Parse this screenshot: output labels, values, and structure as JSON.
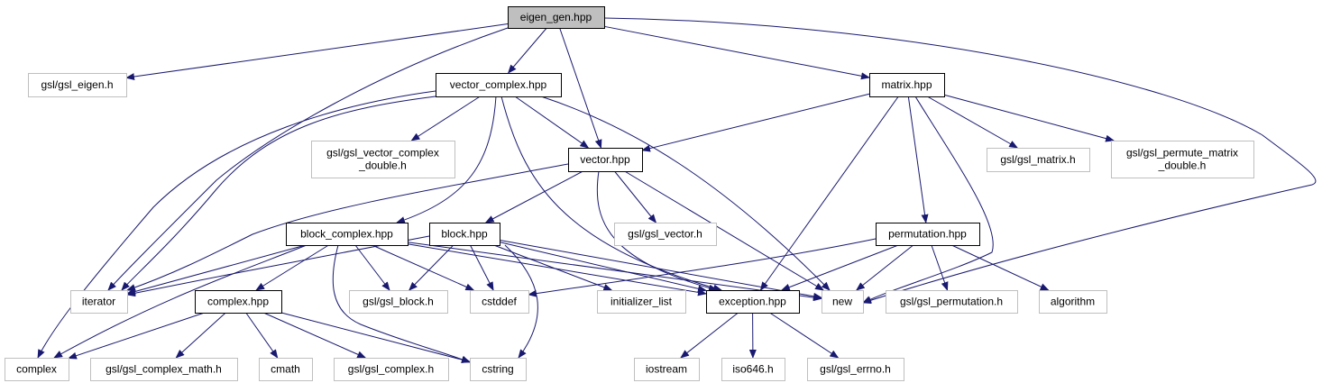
{
  "colors": {
    "edge": "#191970",
    "root_fill": "#bfbfbf",
    "external_border": "#bfbfbf",
    "documented_border": "#000000"
  },
  "nodes": [
    {
      "id": "eigen_gen",
      "lines": [
        "eigen_gen.hpp"
      ],
      "kind": "root"
    },
    {
      "id": "gsl_eigen",
      "lines": [
        "gsl/gsl_eigen.h"
      ],
      "kind": "external"
    },
    {
      "id": "vector_complex",
      "lines": [
        "vector_complex.hpp"
      ],
      "kind": "documented"
    },
    {
      "id": "matrix",
      "lines": [
        "matrix.hpp"
      ],
      "kind": "documented"
    },
    {
      "id": "gsl_vector_complex_double",
      "lines": [
        "gsl/gsl_vector_complex",
        "_double.h"
      ],
      "kind": "external"
    },
    {
      "id": "vector",
      "lines": [
        "vector.hpp"
      ],
      "kind": "documented"
    },
    {
      "id": "gsl_matrix",
      "lines": [
        "gsl/gsl_matrix.h"
      ],
      "kind": "external"
    },
    {
      "id": "gsl_permute_matrix_double",
      "lines": [
        "gsl/gsl_permute_matrix",
        "_double.h"
      ],
      "kind": "external"
    },
    {
      "id": "block_complex",
      "lines": [
        "block_complex.hpp"
      ],
      "kind": "documented"
    },
    {
      "id": "block",
      "lines": [
        "block.hpp"
      ],
      "kind": "documented"
    },
    {
      "id": "gsl_vector",
      "lines": [
        "gsl/gsl_vector.h"
      ],
      "kind": "external"
    },
    {
      "id": "permutation",
      "lines": [
        "permutation.hpp"
      ],
      "kind": "documented"
    },
    {
      "id": "iterator",
      "lines": [
        "iterator"
      ],
      "kind": "external"
    },
    {
      "id": "complex_hpp",
      "lines": [
        "complex.hpp"
      ],
      "kind": "documented"
    },
    {
      "id": "gsl_block",
      "lines": [
        "gsl/gsl_block.h"
      ],
      "kind": "external"
    },
    {
      "id": "cstddef",
      "lines": [
        "cstddef"
      ],
      "kind": "external"
    },
    {
      "id": "initializer_list",
      "lines": [
        "initializer_list"
      ],
      "kind": "external"
    },
    {
      "id": "exception",
      "lines": [
        "exception.hpp"
      ],
      "kind": "documented"
    },
    {
      "id": "new",
      "lines": [
        "new"
      ],
      "kind": "external"
    },
    {
      "id": "gsl_permutation",
      "lines": [
        "gsl/gsl_permutation.h"
      ],
      "kind": "external"
    },
    {
      "id": "algorithm",
      "lines": [
        "algorithm"
      ],
      "kind": "external"
    },
    {
      "id": "complex",
      "lines": [
        "complex"
      ],
      "kind": "external"
    },
    {
      "id": "gsl_complex_math",
      "lines": [
        "gsl/gsl_complex_math.h"
      ],
      "kind": "external"
    },
    {
      "id": "cmath",
      "lines": [
        "cmath"
      ],
      "kind": "external"
    },
    {
      "id": "gsl_complex",
      "lines": [
        "gsl/gsl_complex.h"
      ],
      "kind": "external"
    },
    {
      "id": "cstring",
      "lines": [
        "cstring"
      ],
      "kind": "external"
    },
    {
      "id": "iostream",
      "lines": [
        "iostream"
      ],
      "kind": "external"
    },
    {
      "id": "iso646",
      "lines": [
        "iso646.h"
      ],
      "kind": "external"
    },
    {
      "id": "gsl_errno",
      "lines": [
        "gsl/gsl_errno.h"
      ],
      "kind": "external"
    }
  ],
  "edges": [
    [
      "eigen_gen",
      "gsl_eigen"
    ],
    [
      "eigen_gen",
      "vector_complex"
    ],
    [
      "eigen_gen",
      "vector"
    ],
    [
      "eigen_gen",
      "matrix"
    ],
    [
      "eigen_gen",
      "iterator"
    ],
    [
      "eigen_gen",
      "new"
    ],
    [
      "vector_complex",
      "gsl_vector_complex_double"
    ],
    [
      "vector_complex",
      "vector"
    ],
    [
      "vector_complex",
      "block_complex"
    ],
    [
      "vector_complex",
      "iterator"
    ],
    [
      "vector_complex",
      "complex"
    ],
    [
      "vector_complex",
      "exception"
    ],
    [
      "vector_complex",
      "new"
    ],
    [
      "matrix",
      "vector"
    ],
    [
      "matrix",
      "gsl_matrix"
    ],
    [
      "matrix",
      "gsl_permute_matrix_double"
    ],
    [
      "matrix",
      "permutation"
    ],
    [
      "matrix",
      "exception"
    ],
    [
      "matrix",
      "new"
    ],
    [
      "vector",
      "iterator"
    ],
    [
      "vector",
      "block"
    ],
    [
      "vector",
      "gsl_vector"
    ],
    [
      "vector",
      "exception"
    ],
    [
      "vector",
      "new"
    ],
    [
      "block_complex",
      "iterator"
    ],
    [
      "block_complex",
      "complex_hpp"
    ],
    [
      "block_complex",
      "gsl_block"
    ],
    [
      "block_complex",
      "cstddef"
    ],
    [
      "block_complex",
      "complex"
    ],
    [
      "block_complex",
      "cstring"
    ],
    [
      "block_complex",
      "exception"
    ],
    [
      "block_complex",
      "new"
    ],
    [
      "block",
      "iterator"
    ],
    [
      "block",
      "gsl_block"
    ],
    [
      "block",
      "cstddef"
    ],
    [
      "block",
      "cstring"
    ],
    [
      "block",
      "initializer_list"
    ],
    [
      "block",
      "exception"
    ],
    [
      "block",
      "new"
    ],
    [
      "permutation",
      "cstddef"
    ],
    [
      "permutation",
      "exception"
    ],
    [
      "permutation",
      "new"
    ],
    [
      "permutation",
      "gsl_permutation"
    ],
    [
      "permutation",
      "algorithm"
    ],
    [
      "complex_hpp",
      "complex"
    ],
    [
      "complex_hpp",
      "gsl_complex_math"
    ],
    [
      "complex_hpp",
      "cmath"
    ],
    [
      "complex_hpp",
      "gsl_complex"
    ],
    [
      "complex_hpp",
      "cstring"
    ],
    [
      "exception",
      "iostream"
    ],
    [
      "exception",
      "iso646"
    ],
    [
      "exception",
      "gsl_errno"
    ]
  ]
}
